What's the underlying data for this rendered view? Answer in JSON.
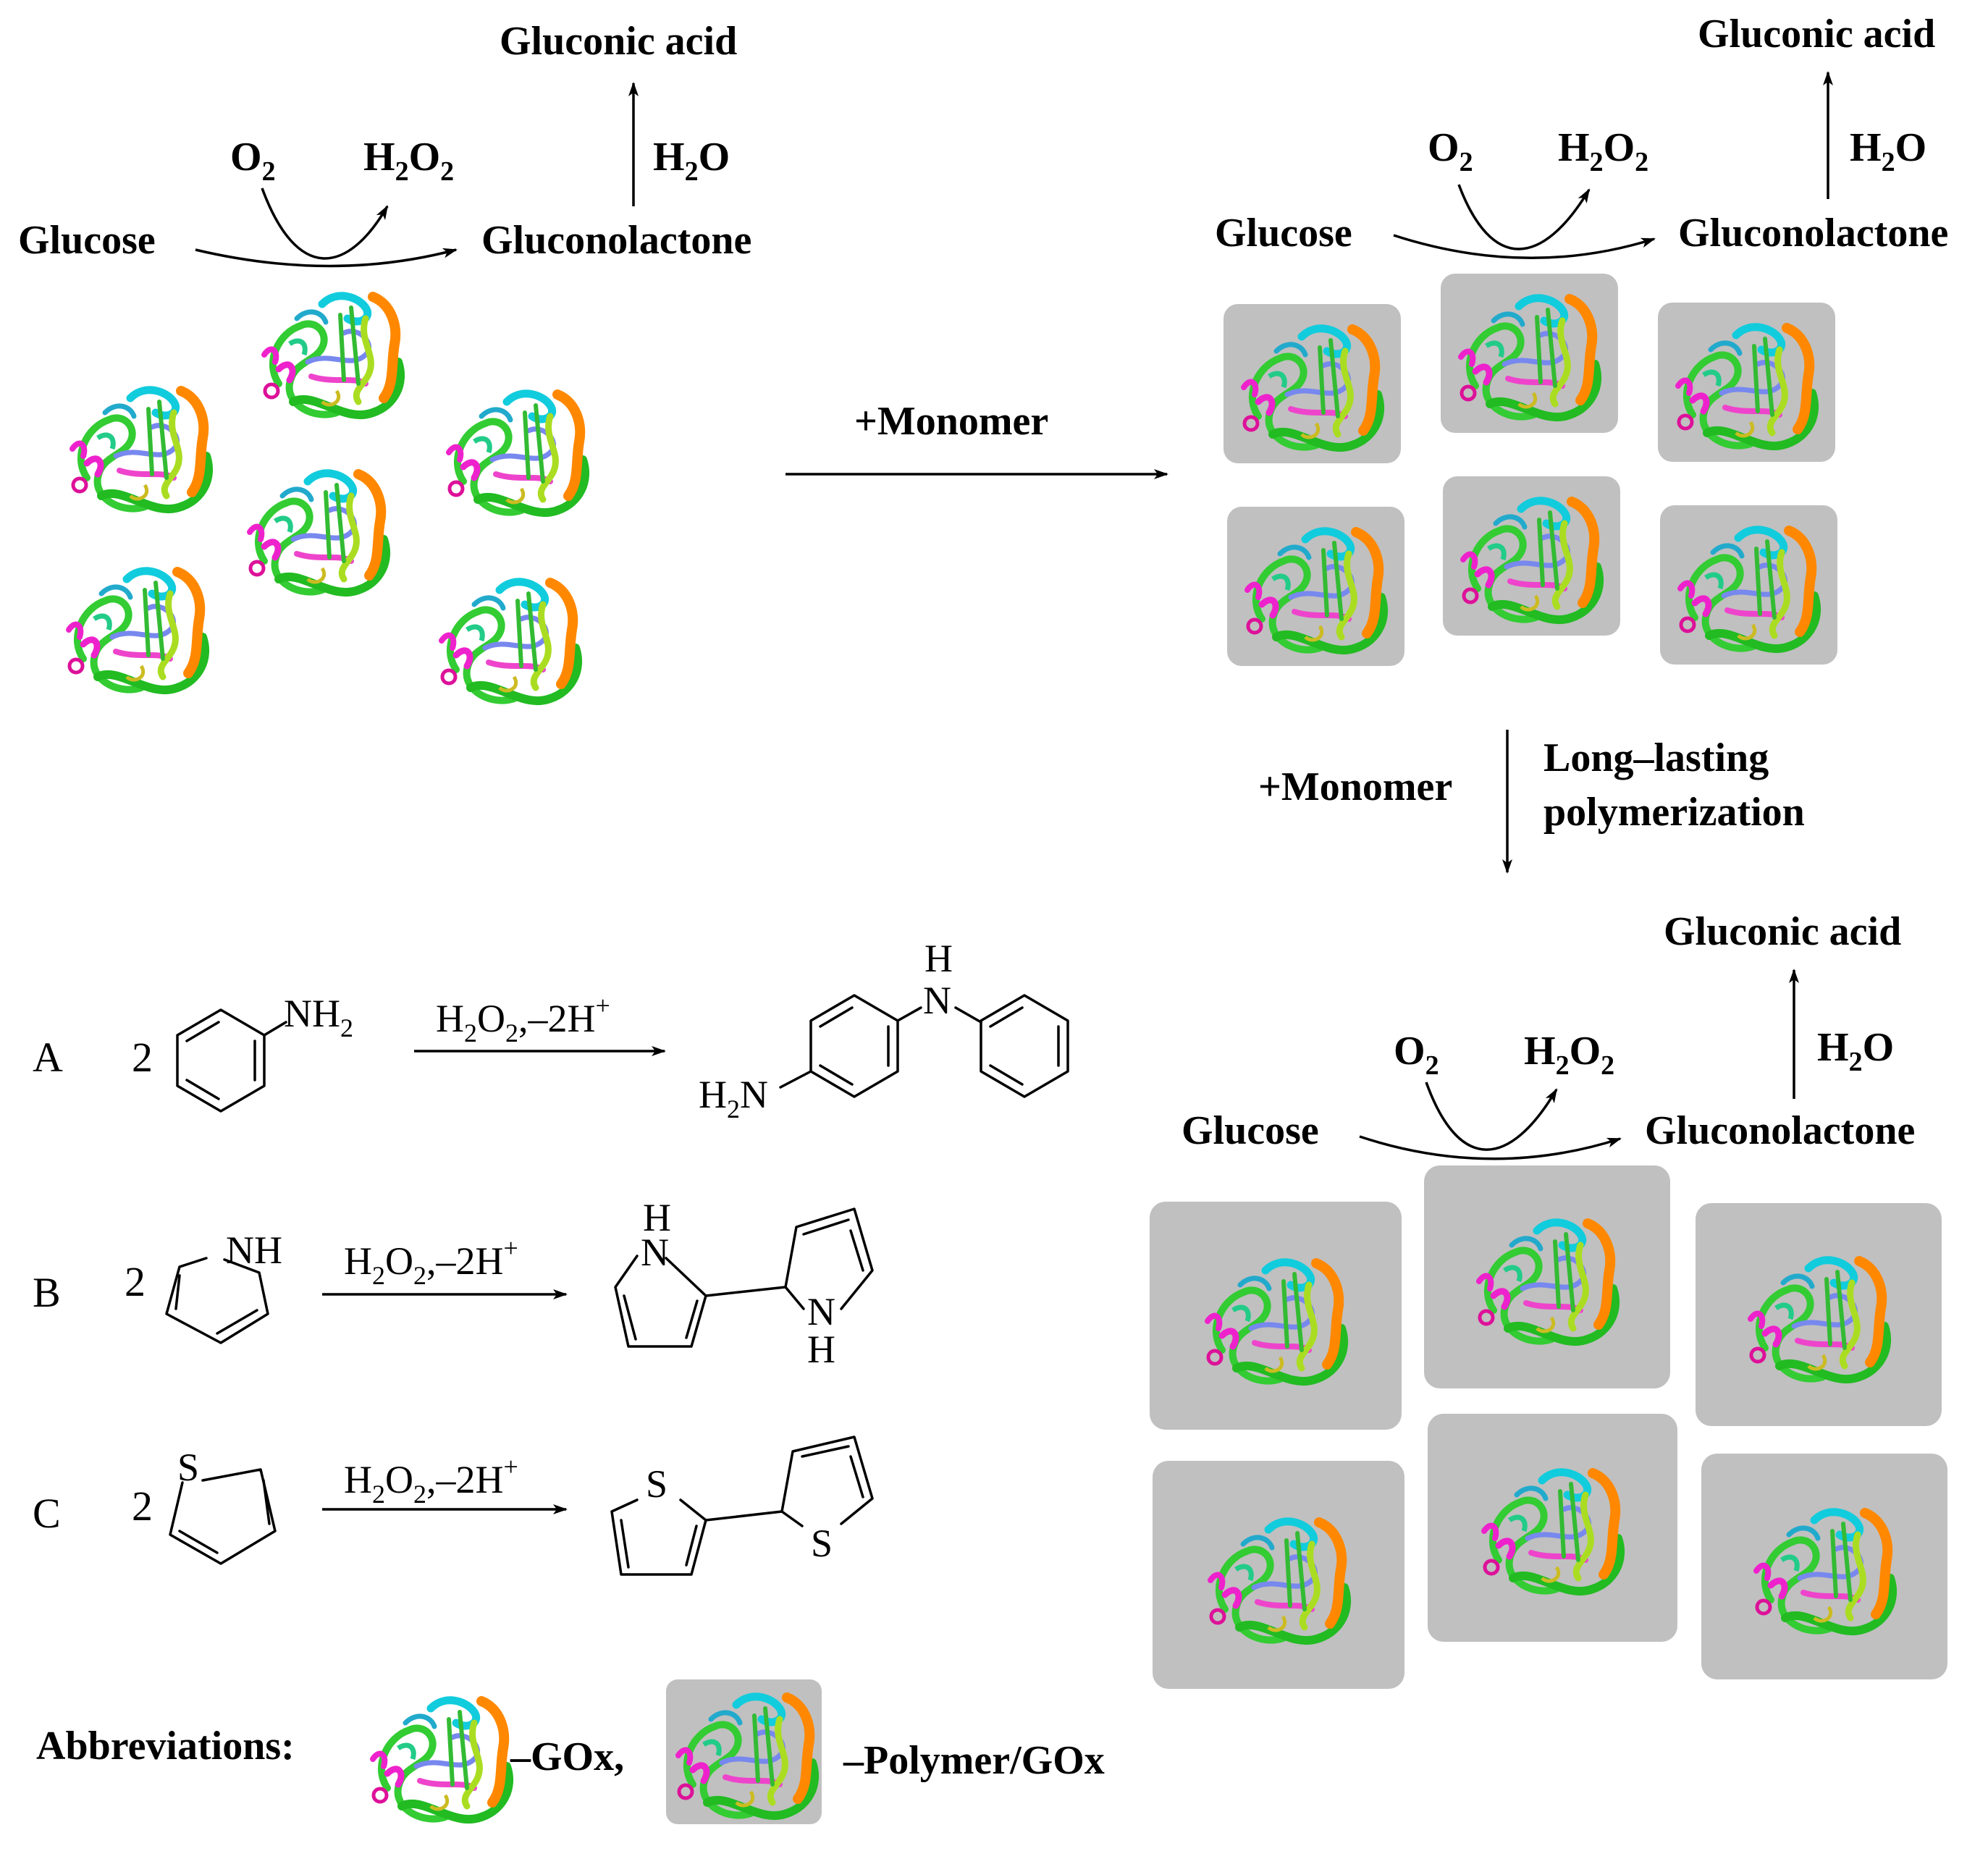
{
  "labels": {
    "glucose": "Glucose",
    "gluconolactone": "Gluconolactone",
    "gluconic_acid": "Gluconic acid",
    "o2": "O",
    "o2_sub": "2",
    "h2o2_h": "H",
    "h2o2_sub1": "2",
    "h2o2_o": "O",
    "h2o2_sub2": "2",
    "h2o_h": "H",
    "h2o_sub": "2",
    "h2o_o": "O",
    "monomer": "+Monomer",
    "long_lasting_1": "Long–lasting",
    "long_lasting_2": "polymerization"
  },
  "reactions": {
    "A": {
      "letter": "A",
      "coef": "2",
      "amine": "NH",
      "amine_sub": "2",
      "h2n": "H",
      "h2n_sub": "2",
      "h2n_n": "N",
      "nh_h": "H",
      "nh_n": "N"
    },
    "B": {
      "letter": "B",
      "coef": "2",
      "nh": "NH",
      "h_top": "H",
      "n_top": "N",
      "n_bot": "N",
      "h_bot": "H"
    },
    "C": {
      "letter": "C",
      "coef": "2",
      "s": "S",
      "s1": "S",
      "s2": "S"
    },
    "condition": {
      "h": "H",
      "sub1": "2",
      "o": "O",
      "sub2": "2",
      "rest": ",–2H",
      "sup": "+"
    }
  },
  "abbrev": {
    "title": "Abbreviations:",
    "gox": "–GOx,",
    "polymer_gox": "–Polymer/GOx"
  },
  "colors": {
    "polymer_shell": "#c0c0c0",
    "protein_green": "#22cc22",
    "protein_orange": "#ff8800",
    "protein_cyan": "#11ccdd",
    "protein_magenta": "#ee22cc",
    "protein_blue": "#7788ee"
  }
}
